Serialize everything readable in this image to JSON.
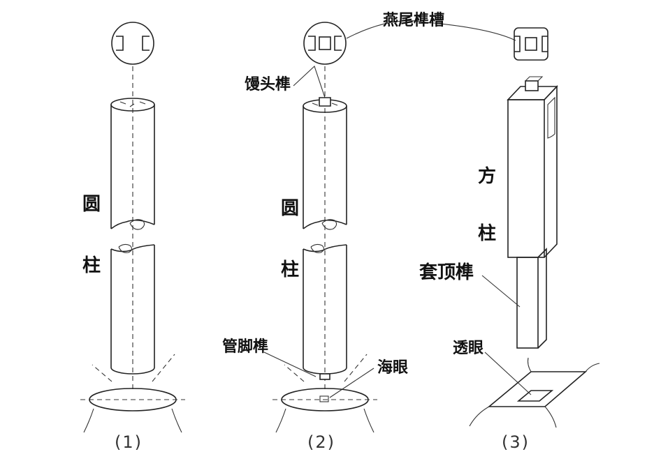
{
  "figure": {
    "panel1": {
      "caption": "(1)",
      "column_label_top": "圆",
      "column_label_bottom": "柱"
    },
    "panel2": {
      "caption": "(2)",
      "column_label_top": "圆",
      "column_label_bottom": "柱",
      "callouts": {
        "dovetail_slot": "燕尾榫槽",
        "mantou_tenon": "馒头榫",
        "guanjiao_tenon": "管脚榫",
        "haiyan": "海眼"
      }
    },
    "panel3": {
      "caption": "(3)",
      "column_label_top": "方",
      "column_label_bottom": "柱",
      "callouts": {
        "taoding_tenon": "套顶榫",
        "touyan": "透眼"
      }
    }
  }
}
